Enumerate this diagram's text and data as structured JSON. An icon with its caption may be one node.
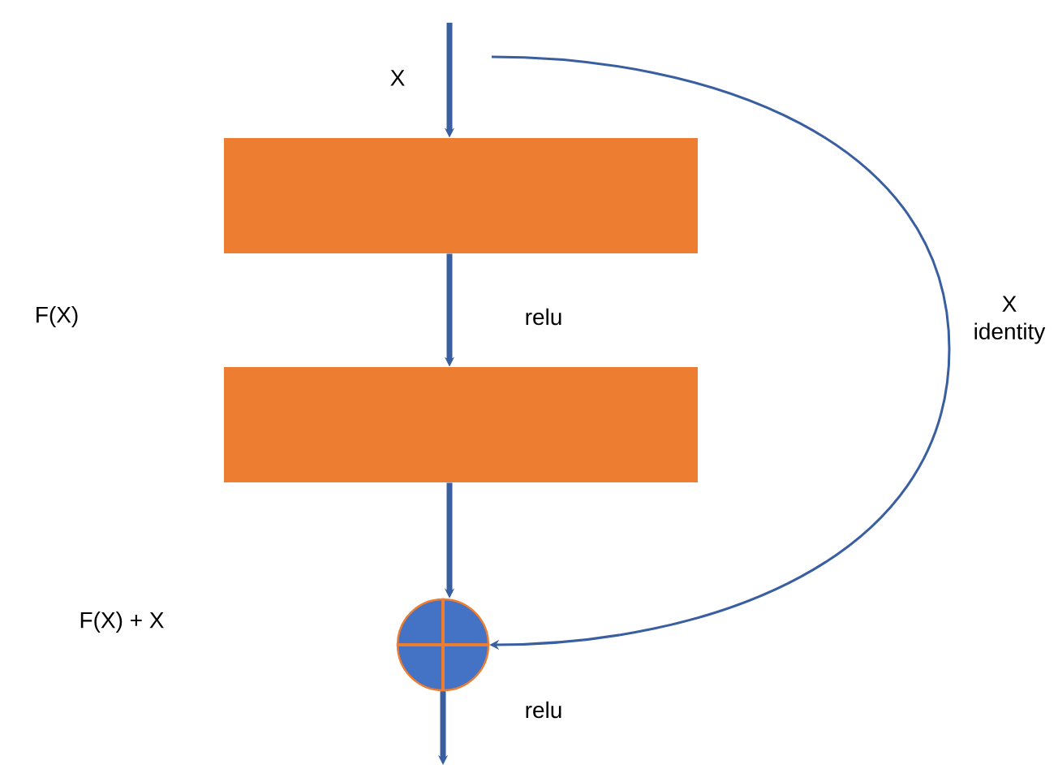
{
  "diagram": {
    "nodes": [
      {
        "text": [],
        "shape": "box"
      },
      {
        "text": [],
        "shape": "box"
      },
      {
        "text": [],
        "shape": "circle"
      }
    ],
    "edges": [
      {
        "from": null,
        "to": 0,
        "arrow": "to",
        "label": "X"
      },
      {
        "from": 0,
        "to": 1,
        "arrow": "to",
        "label": "relu"
      },
      {
        "from": 1,
        "to": 2,
        "arrow": "to"
      },
      {
        "from": null,
        "to": 2,
        "arrow": "to",
        "label": "X identity"
      },
      {
        "from": 2,
        "to": null,
        "arrow": "to",
        "label": "relu"
      }
    ],
    "labels": [
      "F(X)",
      "F(X) + X"
    ]
  }
}
